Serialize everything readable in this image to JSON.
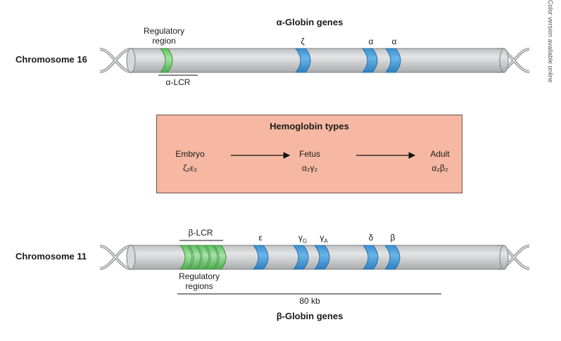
{
  "side_note": "Color version available online",
  "alpha": {
    "title": "α-Globin genes",
    "chromosome": "Chromosome 16",
    "regulatory_line1": "Regulatory",
    "regulatory_line2": "region",
    "lcr": "α-LCR",
    "genes": [
      "ζ",
      "α",
      "α"
    ]
  },
  "hemoglobin": {
    "title": "Hemoglobin types",
    "stages": [
      {
        "name": "Embryo",
        "formula": "ζ₂ε₂"
      },
      {
        "name": "Fetus",
        "formula": "α₂γ₂"
      },
      {
        "name": "Adult",
        "formula": "α₂β₂"
      }
    ]
  },
  "beta": {
    "title": "β-Globin genes",
    "chromosome": "Chromosome 11",
    "lcr": "β-LCR",
    "regulatory_line1": "Regulatory",
    "regulatory_line2": "regions",
    "scale": "80 kb",
    "genes": [
      {
        "base": "ε",
        "sub": ""
      },
      {
        "base": "γ",
        "sub": "G"
      },
      {
        "base": "γ",
        "sub": "A"
      },
      {
        "base": "δ",
        "sub": ""
      },
      {
        "base": "β",
        "sub": ""
      }
    ]
  },
  "colors": {
    "chromosome": "#cfd1d3",
    "gene_blue": "#4aa3dc",
    "regulatory_green": "#7fd17f",
    "box": "#f6b8a2"
  }
}
